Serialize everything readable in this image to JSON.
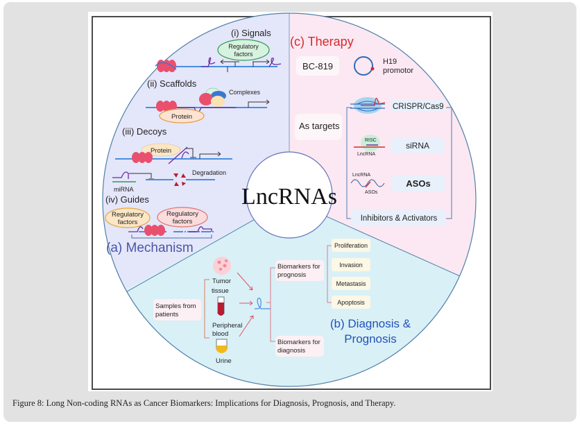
{
  "figure": {
    "center_label": "LncRNAs",
    "caption": "Figure 8: Long Non-coding RNAs as Cancer Biomarkers: Implications for Diagnosis, Prognosis, and Therapy.",
    "colors": {
      "mechanism_bg": "#e4e6fa",
      "therapy_bg": "#fce8f2",
      "diagnosis_bg": "#d9f0f7",
      "mechanism_title": "#4a55a8",
      "therapy_title": "#d42a2a",
      "diagnosis_title": "#2252b8",
      "outline": "#4f7fa8"
    }
  },
  "mechanism": {
    "title": "(a) Mechanism",
    "signals": {
      "title": "(i) Signals",
      "regulatory_line1": "Regulatory",
      "regulatory_line2": "factors"
    },
    "scaffolds": {
      "title": "(ii) Scaffolds",
      "complexes": "Complexes",
      "protein": "Protein"
    },
    "decoys": {
      "title": "(iii) Decoys",
      "protein": "Protein",
      "degradation": "Degradation",
      "mirna": "miRNA"
    },
    "guides": {
      "title": "(iv) Guides",
      "left_line1": "Regulatory",
      "left_line2": "factors",
      "right_line1": "Regulatory",
      "right_line2": "factors"
    }
  },
  "therapy": {
    "title": "(c) Therapy",
    "bc819": "BC-819",
    "h19_line1": "H19",
    "h19_line2": "promotor",
    "as_targets": "As targets",
    "crispr": "CRISPR/Cas9",
    "risc": "RISC",
    "lncrna": "LncRNA",
    "sirna": "siRNA",
    "aso_lncrna": "LncRNA",
    "asos_small": "ASOs",
    "asos": "ASOs",
    "inhibitors": "Inhibitors & Activators"
  },
  "diagnosis": {
    "title_line1": "(b) Diagnosis &",
    "title_line2": "Prognosis",
    "samples_line1": "Samples from",
    "samples_line2": "patients",
    "tumor_line1": "Tumor",
    "tumor_line2": "tissue",
    "blood_line1": "Peripheral",
    "blood_line2": "blood",
    "urine": "Urine",
    "prognosis_line1": "Biomarkers for",
    "prognosis_line2": "prognosis",
    "diagnosis_line1": "Biomarkers for",
    "diagnosis_line2": "diagnosis",
    "outcomes": [
      "Proliferation",
      "Invasion",
      "Metastasis",
      "Apoptosis"
    ]
  }
}
